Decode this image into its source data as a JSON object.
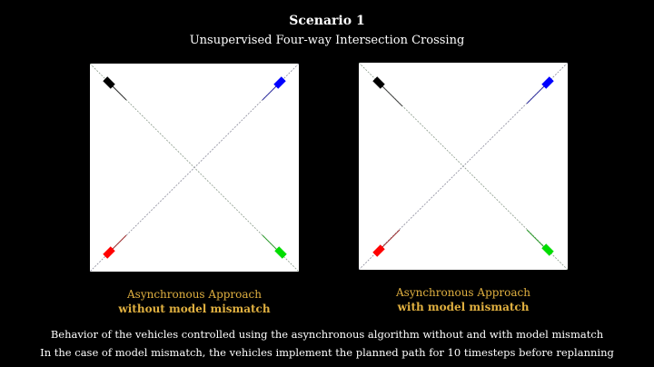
{
  "header": {
    "title": "Scenario 1",
    "subtitle": "Unsupervised Four-way Intersection Crossing"
  },
  "panels": [
    {
      "caption_line1": "Asynchronous Approach",
      "caption_line2": "without model mismatch",
      "vehicles": [
        {
          "name": "black",
          "color": "#000000"
        },
        {
          "name": "blue",
          "color": "#0000ff"
        },
        {
          "name": "red",
          "color": "#ff0000"
        },
        {
          "name": "green",
          "color": "#00dd00"
        }
      ]
    },
    {
      "caption_line1": "Asynchronous Approach",
      "caption_line2": "with model mismatch",
      "vehicles": [
        {
          "name": "black",
          "color": "#000000"
        },
        {
          "name": "blue",
          "color": "#0000ff"
        },
        {
          "name": "red",
          "color": "#ff0000"
        },
        {
          "name": "green",
          "color": "#00dd00"
        }
      ]
    }
  ],
  "footer": {
    "line1": "Behavior of the vehicles controlled using the asynchronous algorithm without and with model mismatch",
    "line2": "In the case of model mismatch, the vehicles implement the planned path for 10 timesteps before replanning"
  },
  "colors": {
    "caption": "#e0b040",
    "background": "#000000"
  }
}
